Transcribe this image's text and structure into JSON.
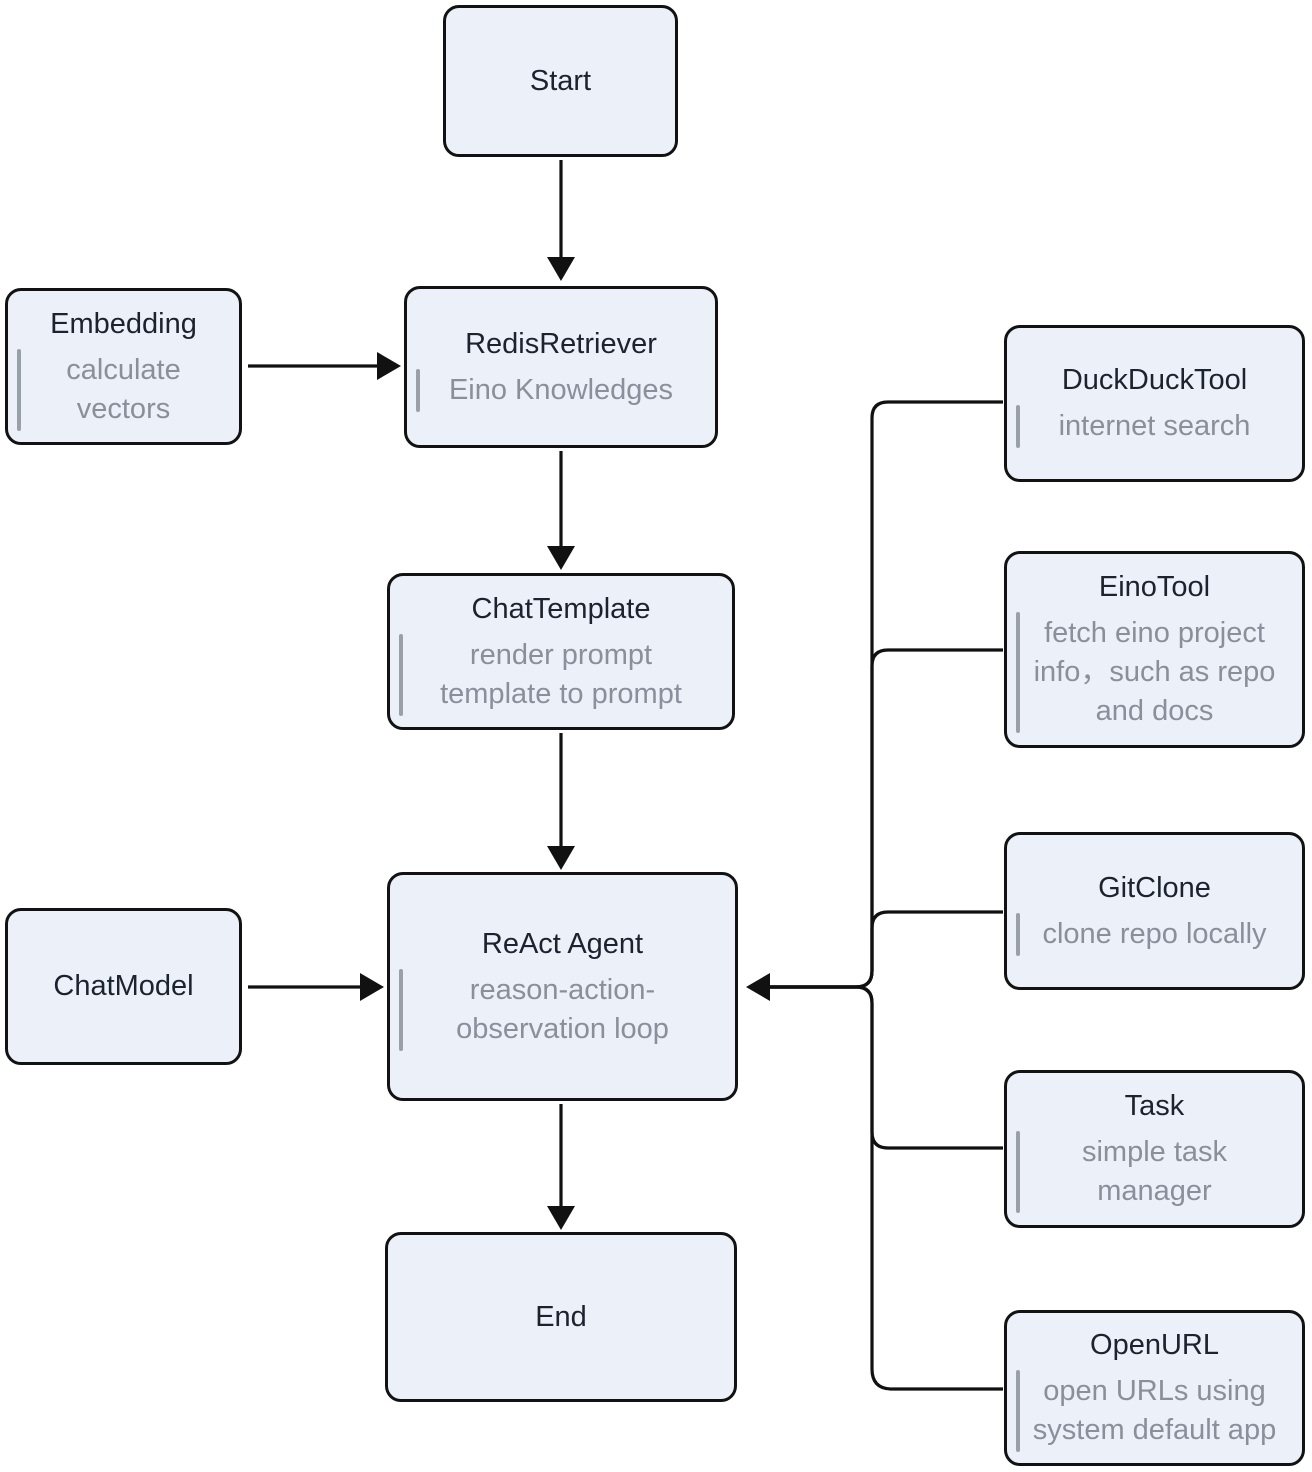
{
  "diagram": {
    "type": "flowchart",
    "nodes": {
      "start": {
        "title": "Start"
      },
      "embedding": {
        "title": "Embedding",
        "subtitle": "calculate\nvectors"
      },
      "redis_retriever": {
        "title": "RedisRetriever",
        "subtitle": "Eino Knowledges"
      },
      "chat_template": {
        "title": "ChatTemplate",
        "subtitle": "render prompt\ntemplate to prompt"
      },
      "chat_model": {
        "title": "ChatModel"
      },
      "react_agent": {
        "title": "ReAct Agent",
        "subtitle": "reason-action-\nobservation loop"
      },
      "end": {
        "title": "End"
      },
      "duckduck_tool": {
        "title": "DuckDuckTool",
        "subtitle": "internet search"
      },
      "eino_tool": {
        "title": "EinoTool",
        "subtitle": "fetch eino project\ninfo，such as repo\nand docs"
      },
      "git_clone": {
        "title": "GitClone",
        "subtitle": "clone repo locally"
      },
      "task": {
        "title": "Task",
        "subtitle": "simple task\nmanager"
      },
      "open_url": {
        "title": "OpenURL",
        "subtitle": "open URLs using\nsystem default app"
      }
    },
    "edges": [
      {
        "from": "Start",
        "to": "RedisRetriever"
      },
      {
        "from": "Embedding",
        "to": "RedisRetriever"
      },
      {
        "from": "RedisRetriever",
        "to": "ChatTemplate"
      },
      {
        "from": "ChatTemplate",
        "to": "ReAct Agent"
      },
      {
        "from": "ChatModel",
        "to": "ReAct Agent"
      },
      {
        "from": "DuckDuckTool",
        "to": "ReAct Agent"
      },
      {
        "from": "EinoTool",
        "to": "ReAct Agent"
      },
      {
        "from": "GitClone",
        "to": "ReAct Agent"
      },
      {
        "from": "Task",
        "to": "ReAct Agent"
      },
      {
        "from": "OpenURL",
        "to": "ReAct Agent"
      },
      {
        "from": "ReAct Agent",
        "to": "End"
      }
    ],
    "colors": {
      "background": "#FFFFFF",
      "node_fill": "#ECF0F9",
      "node_border": "#121212",
      "title_text": "#1D232E",
      "subtitle_text": "#8A8F99",
      "subtitle_bar": "#9AA0A8",
      "connector": "#111111"
    }
  }
}
